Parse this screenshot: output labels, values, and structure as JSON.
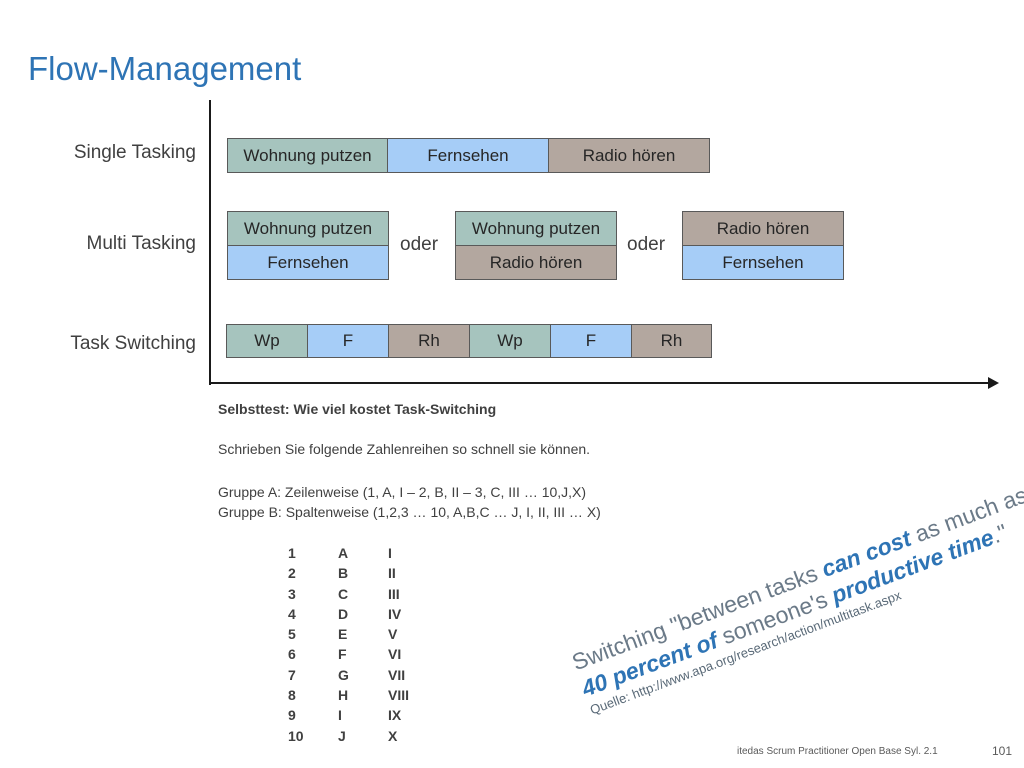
{
  "title": "Flow-Management",
  "rows": {
    "single": "Single Tasking",
    "multi": "Multi Tasking",
    "switching": "Task Switching"
  },
  "single_tasking": [
    "Wohnung putzen",
    "Fernsehen",
    "Radio hören"
  ],
  "multi_tasking": {
    "pair1": [
      "Wohnung putzen",
      "Fernsehen"
    ],
    "pair2": [
      "Wohnung putzen",
      "Radio hören"
    ],
    "pair3": [
      "Radio hören",
      "Fernsehen"
    ],
    "or_label": "oder"
  },
  "task_switching": [
    "Wp",
    "F",
    "Rh",
    "Wp",
    "F",
    "Rh"
  ],
  "exercise": {
    "heading": "Selbsttest: Wie viel kostet Task-Switching",
    "instruction": "Schrieben Sie folgende Zahlenreihen so schnell sie können.",
    "group_a": "Gruppe A: Zeilenweise (1, A, I – 2, B, II – 3, C, III … 10,J,X)",
    "group_b": "Gruppe B: Spaltenweise (1,2,3 … 10, A,B,C … J, I, II, III … X)",
    "numbers": [
      "1",
      "2",
      "3",
      "4",
      "5",
      "6",
      "7",
      "8",
      "9",
      "10"
    ],
    "letters": [
      "A",
      "B",
      "C",
      "D",
      "E",
      "F",
      "G",
      "H",
      "I",
      "J"
    ],
    "romans": [
      "I",
      "II",
      "III",
      "IV",
      "V",
      "VI",
      "VII",
      "VIII",
      "IX",
      "X"
    ]
  },
  "quote": {
    "part1": "Switching \"between tasks ",
    "highlight1": "can cost",
    "part2": " as much as",
    "highlight2": "40 percent of",
    "part3": " someone's ",
    "highlight3": "productive time",
    "part4": ".\"",
    "source": "Quelle: http://www.apa.org/research/action/multitask.aspx"
  },
  "footer": "itedas Scrum Practitioner Open Base Syl. 2.1",
  "page_number": "101"
}
